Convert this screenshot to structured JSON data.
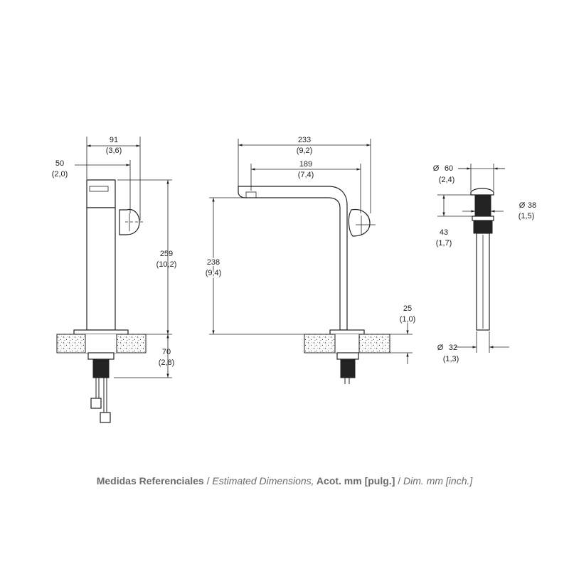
{
  "side_view": {
    "width_mm": "91",
    "width_in": "(3,6)",
    "offset_mm": "50",
    "offset_in": "(2,0)",
    "height_mm": "259",
    "height_in": "(10,2)",
    "below_mm": "70",
    "below_in": "(2,8)"
  },
  "front_view": {
    "total_mm": "233",
    "total_in": "(9,2)",
    "reach_mm": "189",
    "reach_in": "(7,4)",
    "height_mm": "238",
    "height_in": "(9,4)",
    "deck_mm": "25",
    "deck_in": "(1,0)"
  },
  "drain_view": {
    "cap_dia_mm": "60",
    "cap_dia_in": "(2,4)",
    "body_dia_mm": "38",
    "body_dia_in": "(1,5)",
    "height_mm": "43",
    "height_in": "(1,7)",
    "pipe_dia_mm": "32",
    "pipe_dia_in": "(1,3)",
    "diameter_symbol": "Ø"
  },
  "caption": {
    "part1": "Medidas Referenciales",
    "sep1": " / ",
    "part2": "Estimated Dimensions,",
    "part3": " Acot. mm [pulg.]",
    "sep2": " / ",
    "part4": "Dim. mm [inch.]"
  }
}
